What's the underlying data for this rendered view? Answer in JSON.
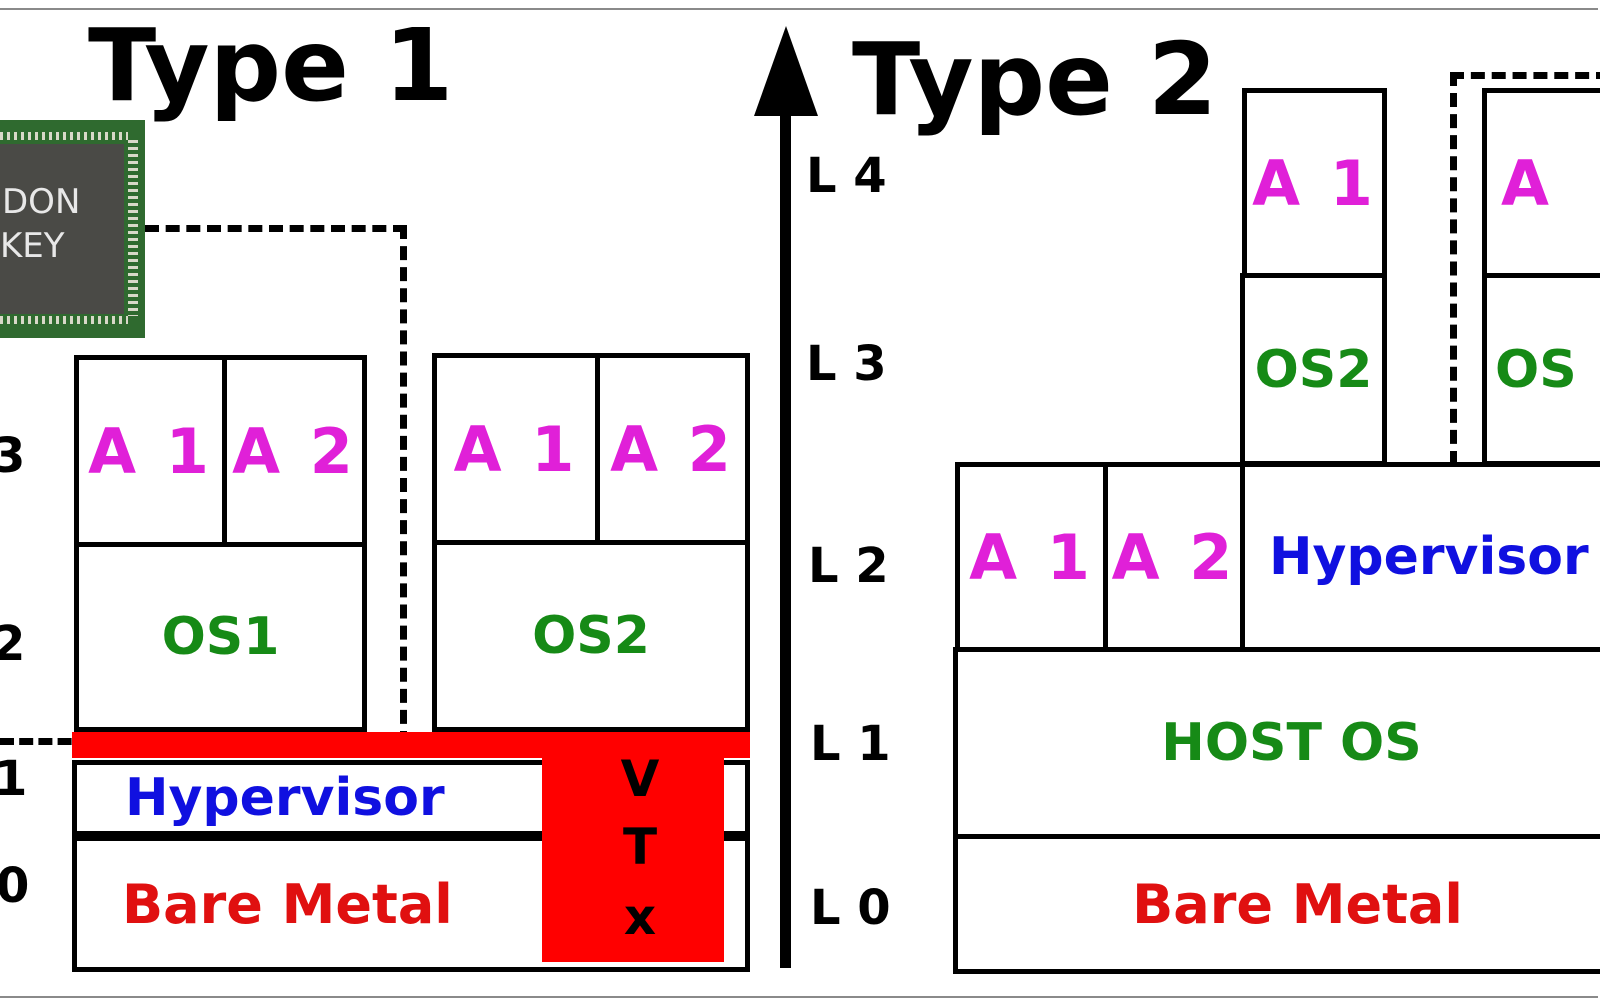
{
  "type1": {
    "title": "Type 1",
    "chip": {
      "line1": "DON",
      "line2": "KEY"
    },
    "vm1": {
      "app1": "A 1",
      "app2": "A 2",
      "os": "OS1"
    },
    "vm2": {
      "app1": "A 1",
      "app2": "A 2",
      "os": "OS2"
    },
    "hypervisor": "Hypervisor",
    "bare_metal": "Bare Metal",
    "vtx": [
      "V",
      "T",
      "x"
    ],
    "levels": [
      "3",
      "2",
      "1",
      "0"
    ]
  },
  "axis": {
    "levels": [
      "L 4",
      "L 3",
      "L 2",
      "L 1",
      "L 0"
    ]
  },
  "type2": {
    "title": "Type 2",
    "guest": {
      "app": "A 1",
      "os": "OS2"
    },
    "guest_partial": {
      "app": "A",
      "os": "OS"
    },
    "host_apps": {
      "app1": "A 1",
      "app2": "A 2"
    },
    "hypervisor": "Hypervisor",
    "host_os": "HOST OS",
    "bare_metal": "Bare Metal"
  },
  "colors": {
    "app": "#e020d8",
    "os": "#168a16",
    "hypervisor": "#1010e0",
    "bare_metal": "#e01010",
    "vtx": "#ff0000"
  }
}
